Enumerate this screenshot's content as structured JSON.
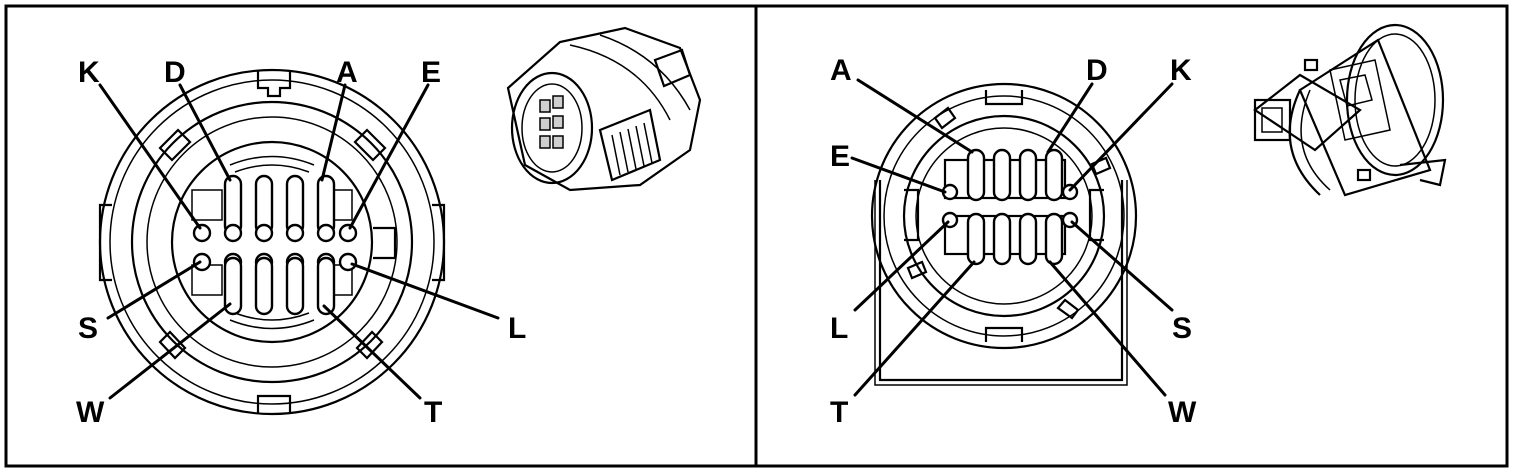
{
  "left_view": {
    "labels": {
      "K": "K",
      "D": "D",
      "A": "A",
      "E": "E",
      "S": "S",
      "L": "L",
      "W": "W",
      "T": "T"
    }
  },
  "right_view": {
    "labels": {
      "A": "A",
      "D": "D",
      "K": "K",
      "E": "E",
      "L": "L",
      "S": "S",
      "T": "T",
      "W": "W"
    }
  }
}
